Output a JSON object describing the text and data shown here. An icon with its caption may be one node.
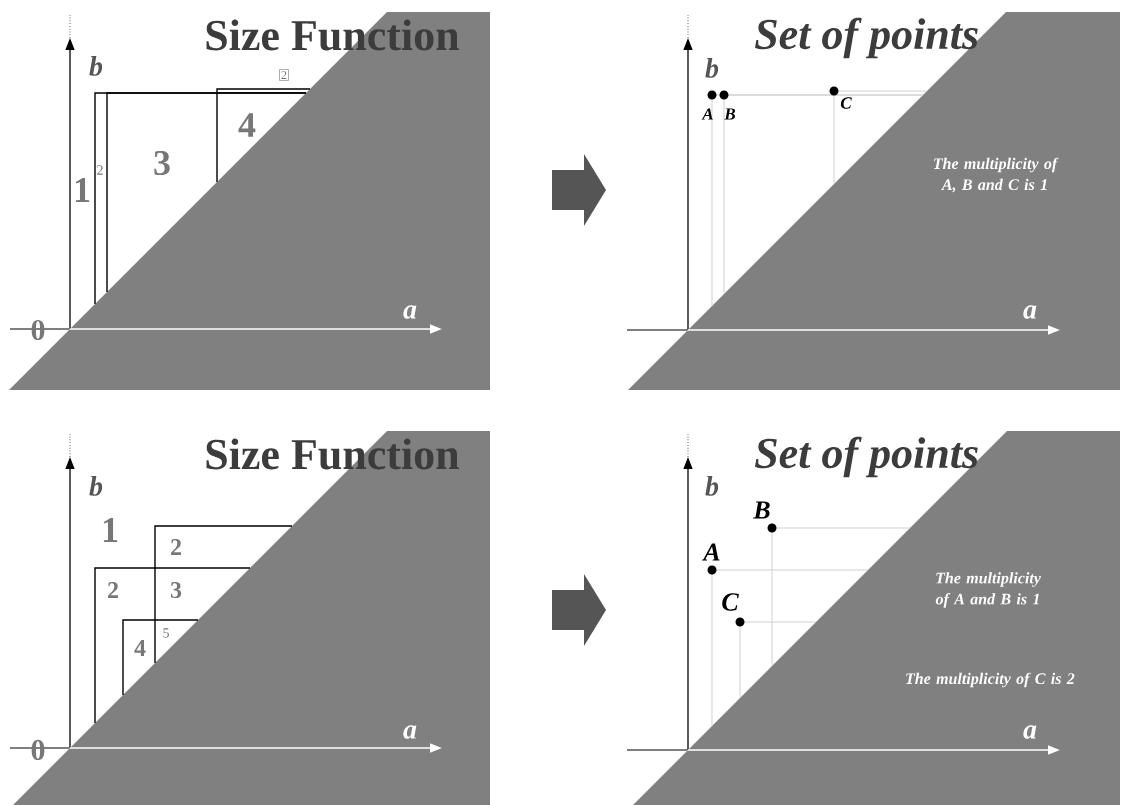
{
  "diagram": {
    "labels": [
      "Size Function",
      "b",
      "2",
      "4",
      "3",
      "1",
      "2",
      "0",
      "a",
      "Set of points",
      "b",
      "A",
      "B",
      "C",
      "The multiplicity of A, B and C is 1",
      "a",
      "Size Function",
      "b",
      "1",
      "2",
      "2",
      "3",
      "4",
      "5",
      "0",
      "a",
      "Set of points",
      "b",
      "B",
      "A",
      "C",
      "The multiplicity of A and B is 1",
      "The multiplicity of C is 2",
      "a"
    ]
  }
}
